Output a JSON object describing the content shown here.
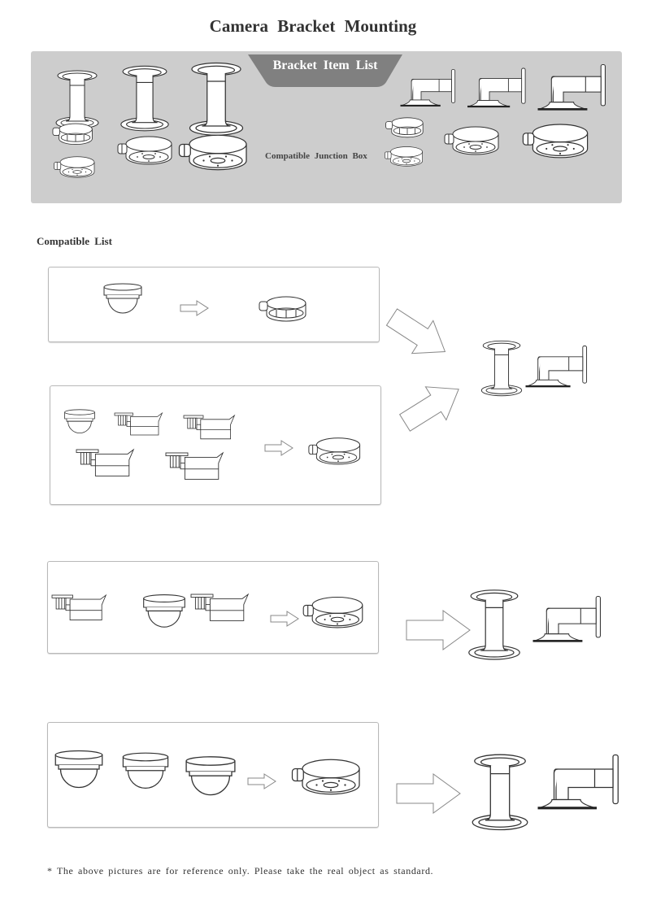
{
  "page": {
    "title": "Camera Bracket Mounting"
  },
  "banner": {
    "tab_label": "Bracket Item List",
    "junction_caption": "Compatible Junction Box",
    "background_color": "#cdcdcd",
    "tab_color": "#808080",
    "pendant_brackets": [
      "pendant-bracket-small",
      "pendant-bracket-medium",
      "pendant-bracket-large"
    ],
    "wall_brackets": [
      "wall-bracket-small",
      "wall-bracket-medium",
      "wall-bracket-large"
    ],
    "junction_boxes": [
      "junction-box-small-open",
      "junction-box-small",
      "junction-box-medium",
      "junction-box-large"
    ]
  },
  "compatible_list": {
    "label": "Compatible List",
    "groups": [
      {
        "cameras": [
          "mini-dome-camera"
        ],
        "junction_box": "junction-box-small-open",
        "brackets": [
          "pendant-bracket-small",
          "wall-bracket-small"
        ]
      },
      {
        "cameras": [
          "turret-dome-camera",
          "mini-bullet-camera",
          "bullet-camera",
          "box-bullet-camera-long",
          "box-bullet-camera-hood"
        ],
        "junction_box": "junction-box-small",
        "brackets": [
          "pendant-bracket-small",
          "wall-bracket-small"
        ]
      },
      {
        "cameras": [
          "bullet-camera-bracket",
          "eyeball-dome-camera",
          "box-bullet-camera-bracket"
        ],
        "junction_box": "junction-box-medium",
        "brackets": [
          "pendant-bracket-medium",
          "wall-bracket-medium"
        ]
      },
      {
        "cameras": [
          "vandal-dome-camera",
          "turret-camera",
          "ptz-dome-camera"
        ],
        "junction_box": "junction-box-large",
        "brackets": [
          "pendant-bracket-large",
          "wall-bracket-large"
        ]
      }
    ]
  },
  "footnote": "* The above pictures are for reference only. Please take the real object as standard."
}
